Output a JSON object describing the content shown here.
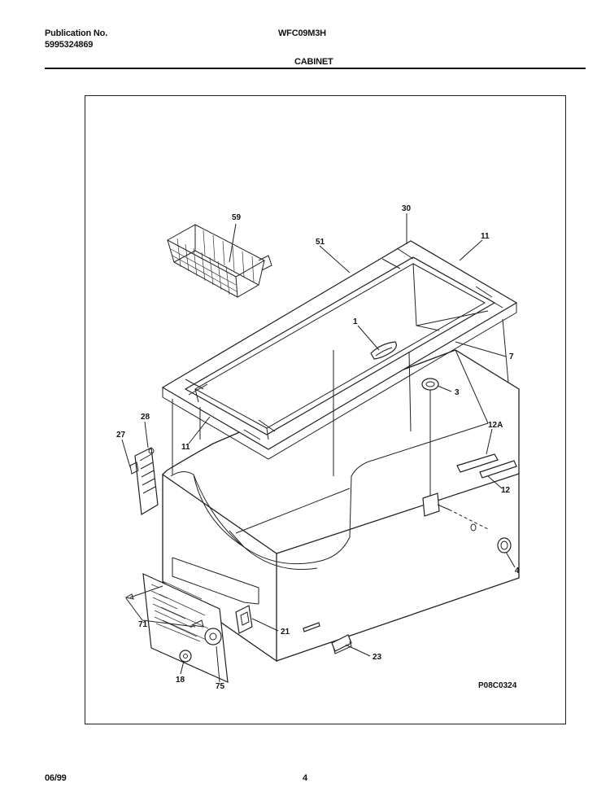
{
  "header": {
    "publication_label": "Publication No.",
    "publication_number": "5995324869",
    "model": "WFC09M3H",
    "section": "CABINET"
  },
  "diagram": {
    "callouts": {
      "p59": "59",
      "p30": "30",
      "p51": "51",
      "p11a": "11",
      "p1": "1",
      "p7": "7",
      "p3": "3",
      "p28": "28",
      "p27": "27",
      "p11b": "11",
      "p12a": "12A",
      "p12": "12",
      "p4": "4",
      "p21": "21",
      "p71": "71",
      "p23": "23",
      "p18": "18",
      "p75": "75"
    },
    "drawing_code": "P08C0324"
  },
  "footer": {
    "date": "06/99",
    "page": "4"
  }
}
